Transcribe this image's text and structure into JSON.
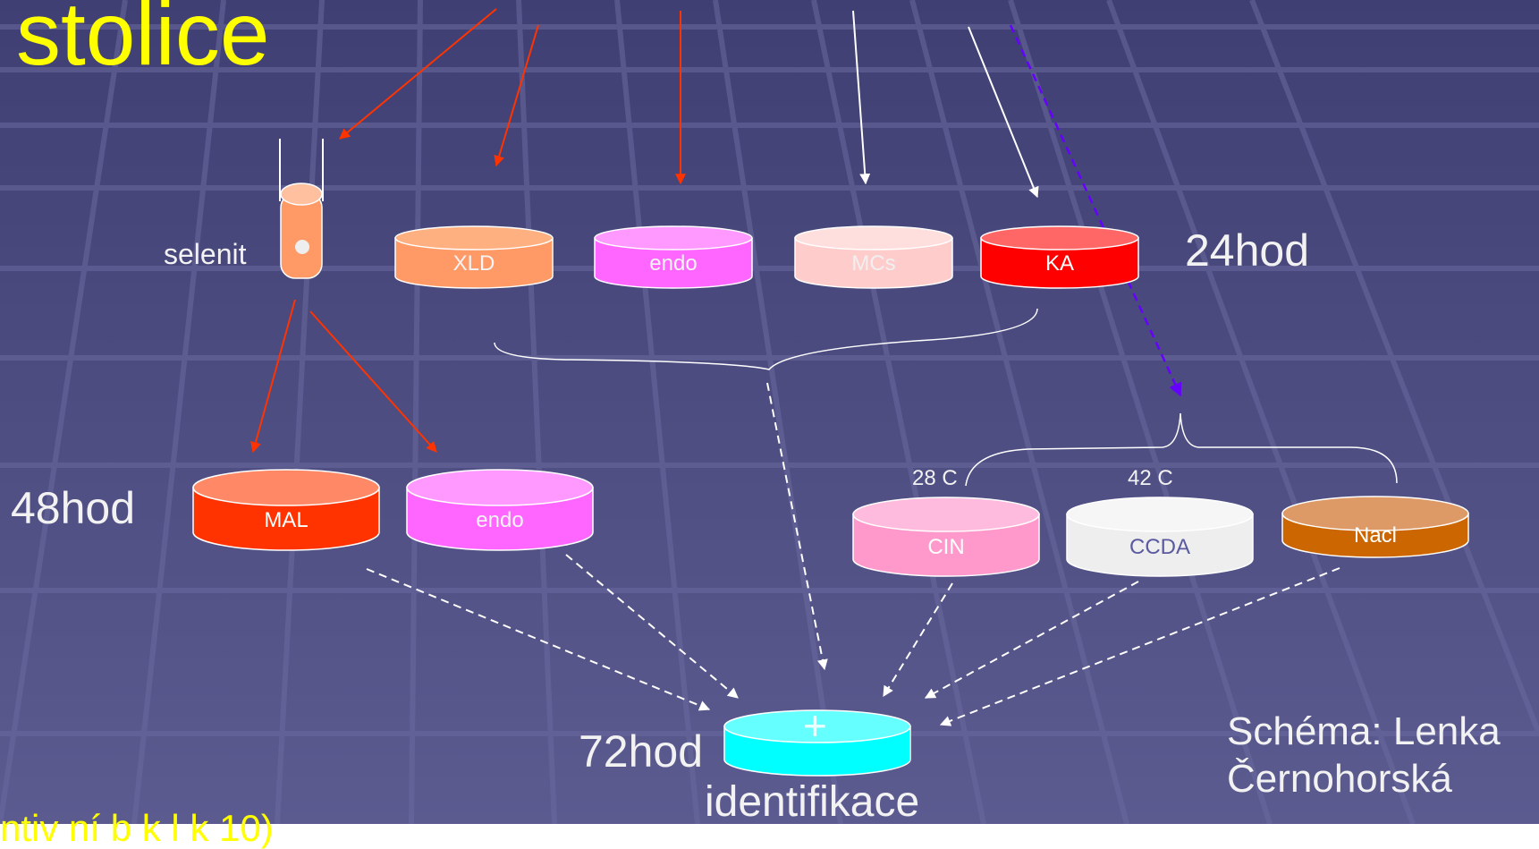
{
  "title": "stolice",
  "tube": {
    "label": "selenit",
    "color": "#ff9966"
  },
  "time_labels": {
    "h24": "24hod",
    "h48": "48hod",
    "h72": "72hod"
  },
  "plates_24h": [
    {
      "label": "XLD",
      "fill": "#ff9966",
      "top": "#ffb080",
      "text": "#f4f4f4"
    },
    {
      "label": "endo",
      "fill": "#ff66ff",
      "top": "#ff99ff",
      "text": "#f4f4f4"
    },
    {
      "label": "MCs",
      "fill": "#ffcccc",
      "top": "#ffdede",
      "text": "#f0f0f0"
    },
    {
      "label": "KA",
      "fill": "#ff0000",
      "top": "#ff6666",
      "text": "#ffffff"
    }
  ],
  "plates_48h": [
    {
      "label": "MAL",
      "fill": "#ff3300",
      "top": "#ff8866",
      "text": "#ffffff"
    },
    {
      "label": "endo",
      "fill": "#ff66ff",
      "top": "#ff99ff",
      "text": "#f4f4f4"
    }
  ],
  "plates_right": [
    {
      "label": "CIN",
      "fill": "#ff99cc",
      "top": "#ffbbdd",
      "text": "#ffffff"
    },
    {
      "label": "CCDA",
      "fill": "#eeeeee",
      "top": "#f6f6f6",
      "text": "#5a5aa0"
    },
    {
      "label": "Nacl",
      "fill": "#cc6600",
      "top": "#dd9966",
      "text": "#ffffff"
    }
  ],
  "temperatures": {
    "t1": "28  C",
    "t2": "42  C"
  },
  "final_plate": {
    "symbol": "+",
    "fill": "#00ffff",
    "top": "#66ffff",
    "label": "identifikace"
  },
  "credit": {
    "line1": "Schéma: Lenka",
    "line2": "Černohorská"
  },
  "footer_partial": "ntiv ní b k l  k   10)",
  "colors": {
    "background": "#4f4f85",
    "title": "#ffff00",
    "text": "#f2f2f2",
    "arrow_red": "#ff3300",
    "arrow_white": "#ffffff",
    "arrow_blue": "#6600ff"
  }
}
